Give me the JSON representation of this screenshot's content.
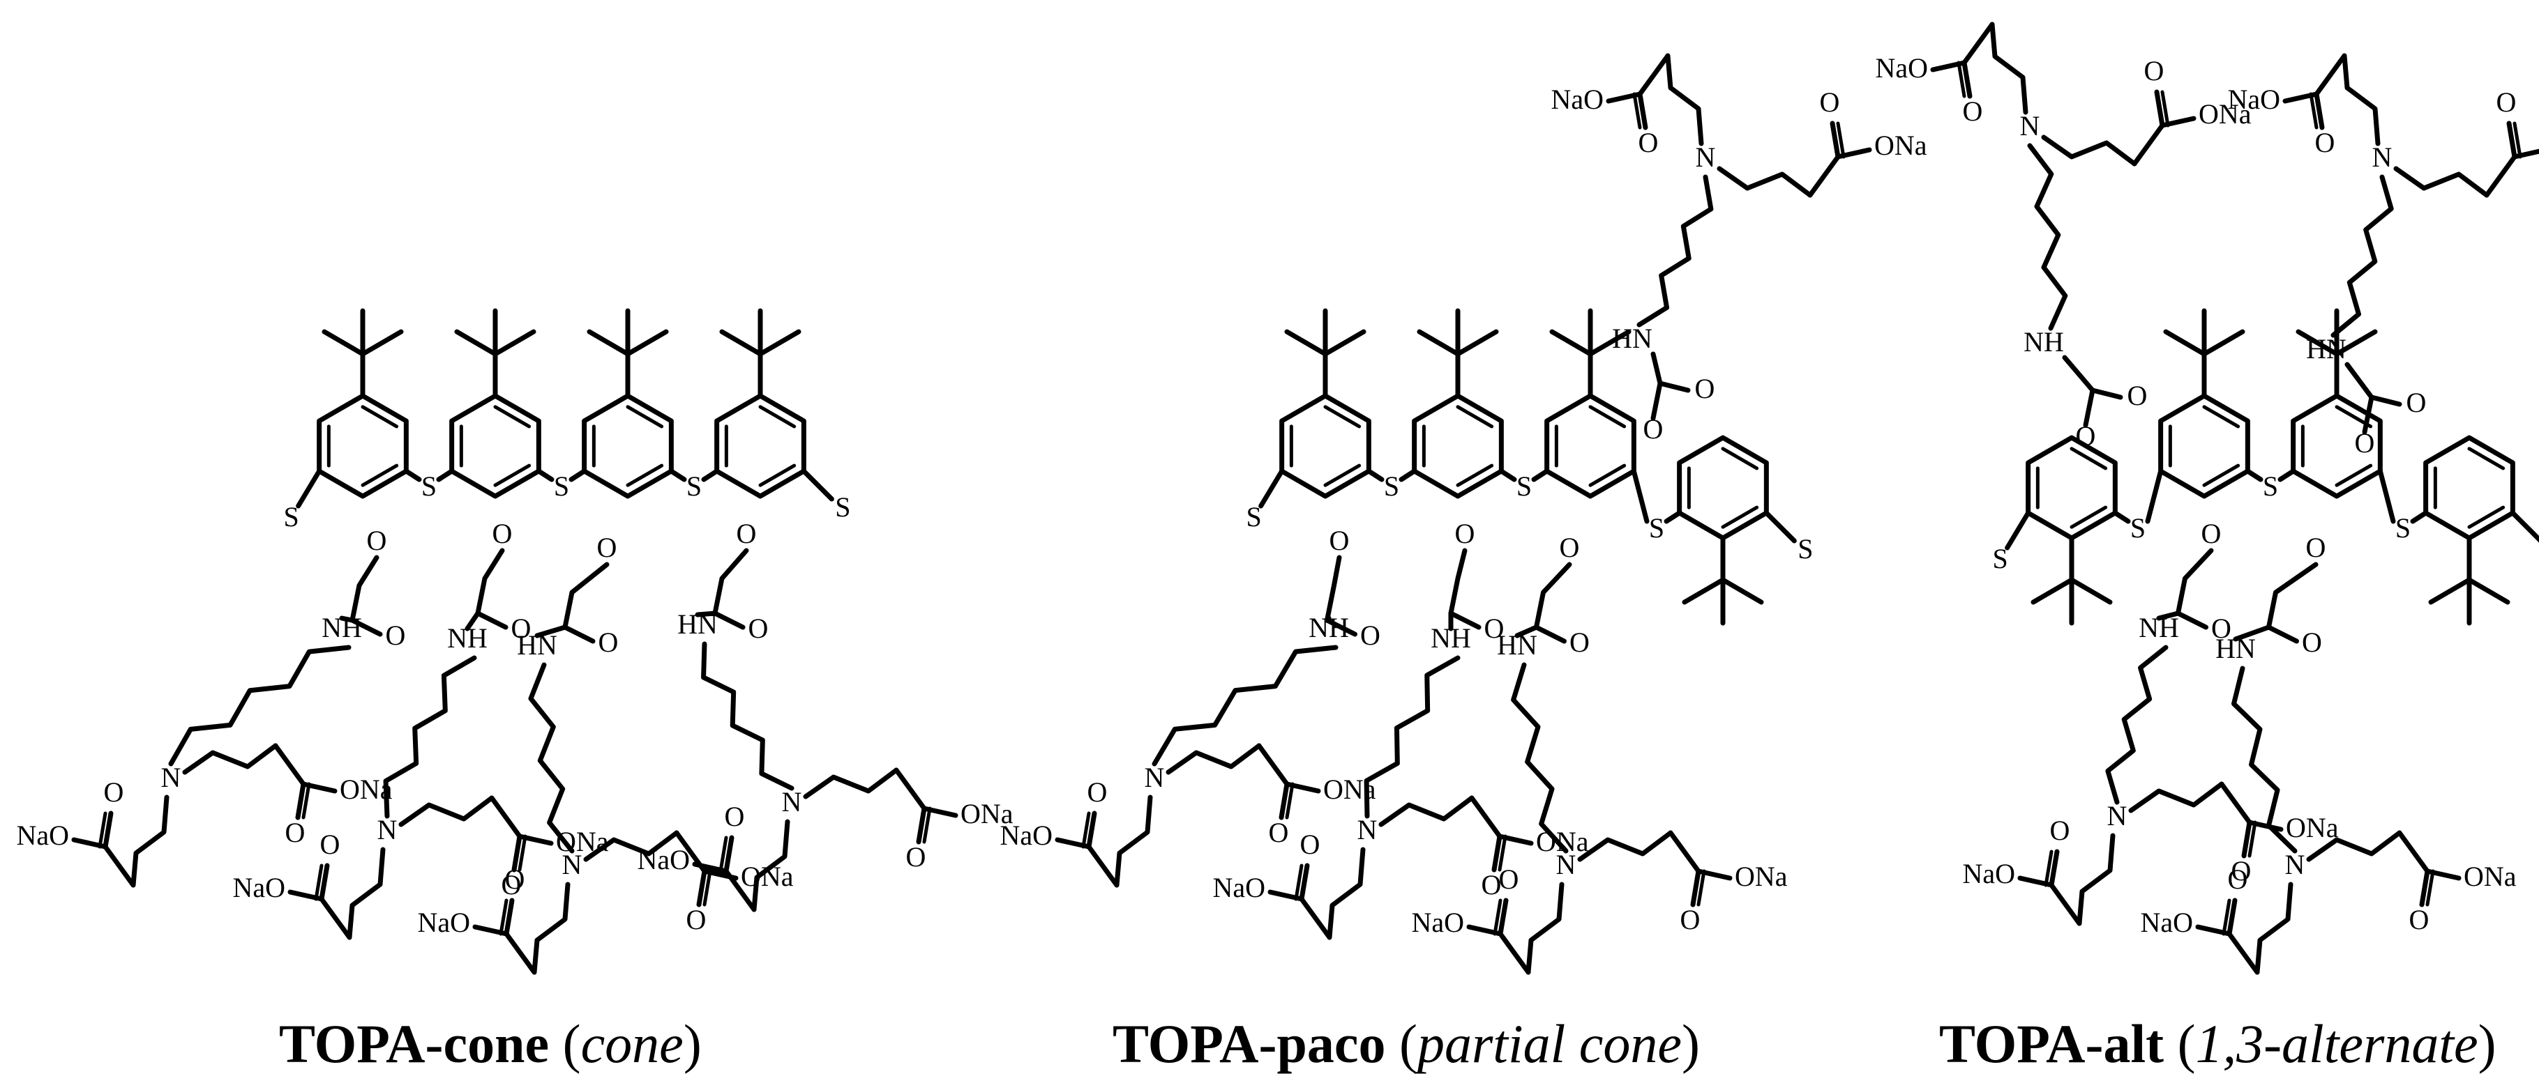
{
  "atom_labels": {
    "sulfur": "S",
    "oxygen": "O",
    "nitrogen": "N",
    "amide_nh": "NH",
    "amide_hn": "HN",
    "carboxylate_right": "ONa",
    "carboxylate_left": "NaO"
  },
  "structures": [
    {
      "name": "TOPA-cone",
      "conformation": "cone"
    },
    {
      "name": "TOPA-paco",
      "conformation": "partial cone"
    },
    {
      "name": "TOPA-alt",
      "conformation": "1,3-alternate"
    }
  ],
  "paren_open": "(",
  "paren_close": ")"
}
